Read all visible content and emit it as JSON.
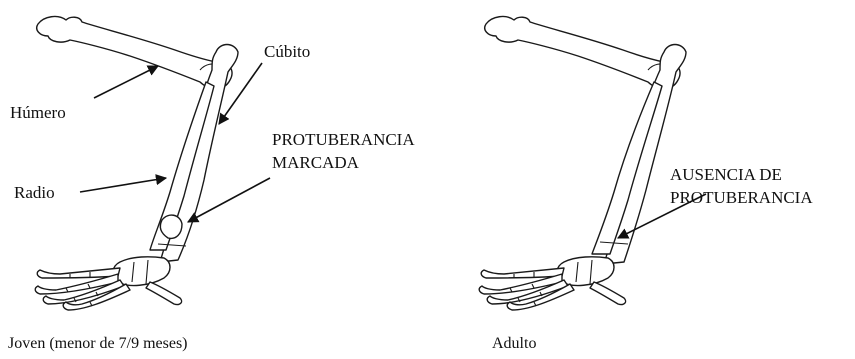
{
  "left_figure": {
    "caption": "Joven (menor de 7/9 meses)",
    "labels": {
      "humerus": "Húmero",
      "ulna": "Cúbito",
      "radius": "Radio",
      "protuberance_line1": "PROTUBERANCIA",
      "protuberance_line2": "MARCADA"
    }
  },
  "right_figure": {
    "caption": "Adulto",
    "labels": {
      "absence_line1": "AUSENCIA DE",
      "absence_line2": "PROTUBERANCIA"
    }
  }
}
